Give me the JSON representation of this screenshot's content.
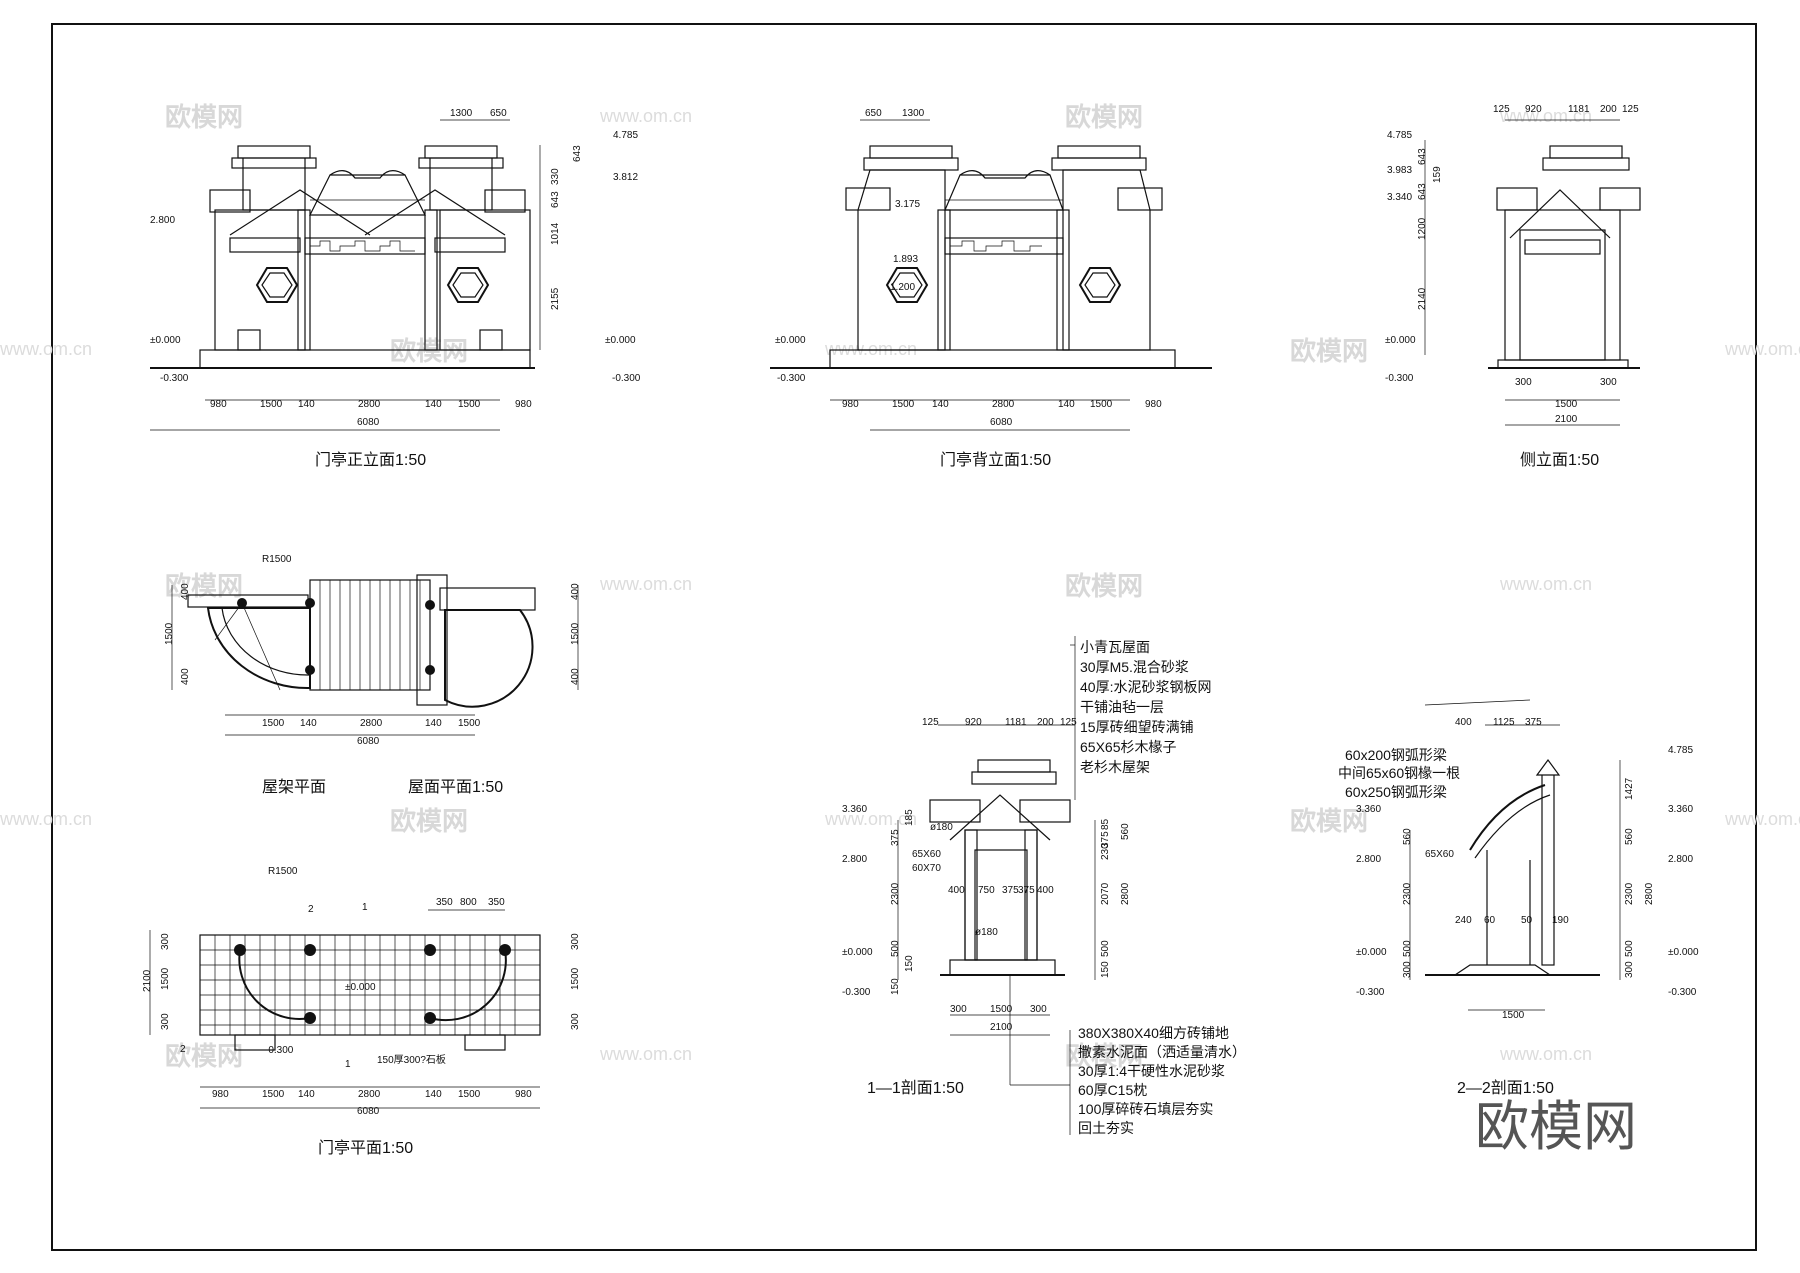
{
  "titles": {
    "front_elevation": "门亭正立面1:50",
    "back_elevation": "门亭背立面1:50",
    "side_elevation": "侧立面1:50",
    "roof_frame_plan": "屋架平面",
    "roof_plan": "屋面平面1:50",
    "gate_plan": "门亭平面1:50",
    "section_1": "1—1剖面1:50",
    "section_2": "2—2剖面1:50"
  },
  "watermark": {
    "logo": "欧模网",
    "url": "www.om.cn",
    "corner_logo": "欧模网"
  },
  "front_elevation": {
    "top_dims": [
      "1300",
      "650"
    ],
    "side_dims": [
      "643",
      "330",
      "643",
      "1014",
      "2155"
    ],
    "levels": [
      "4.785",
      "3.812",
      "2.800",
      "±0.000",
      "±0.000",
      "-0.300",
      "-0.300"
    ],
    "bottom_dims": [
      "980",
      "1500",
      "140",
      "2800",
      "140",
      "1500",
      "980"
    ],
    "total": "6080"
  },
  "back_elevation": {
    "top_dims": [
      "650",
      "1300"
    ],
    "levels": [
      "3.175",
      "1.893",
      "1.200",
      "±0.000",
      "-0.300"
    ],
    "bottom_dims": [
      "980",
      "1500",
      "140",
      "2800",
      "140",
      "1500",
      "980"
    ],
    "total": "6080"
  },
  "side_elevation": {
    "top_dims": [
      "125",
      "920",
      "1181",
      "200",
      "125"
    ],
    "side_dims": [
      "643",
      "159",
      "643",
      "1200",
      "2140"
    ],
    "levels": [
      "4.785",
      "3.983",
      "3.340",
      "±0.000",
      "-0.300"
    ],
    "bottom_dims": [
      "300",
      "1500",
      "300"
    ],
    "total": "2100"
  },
  "roof_plan": {
    "radius": "R1500",
    "left_dims": [
      "400",
      "1500",
      "400"
    ],
    "right_dims": [
      "400",
      "1500",
      "400"
    ],
    "bottom_dims": [
      "1500",
      "140",
      "2800",
      "140",
      "1500"
    ],
    "total": "6080"
  },
  "gate_plan": {
    "radius": "R1500",
    "top_dims": [
      "350",
      "800",
      "350"
    ],
    "left_dims": [
      "300",
      "1500",
      "300"
    ],
    "left_total": "2100",
    "right_dims": [
      "300",
      "1500",
      "300"
    ],
    "levels": [
      "±0.000",
      "-0.300"
    ],
    "note": "150厚300?石板",
    "section_marks": [
      "1",
      "1",
      "2",
      "2"
    ],
    "bottom_dims": [
      "980",
      "1500",
      "140",
      "2800",
      "140",
      "1500",
      "980"
    ],
    "total": "6080"
  },
  "section_1": {
    "roof_notes": [
      "小青瓦屋面",
      "30厚M5.混合砂浆",
      "40厚:水泥砂浆钢板网",
      "干铺油毡一层",
      "15厚砖细望砖满铺",
      "65X65杉木椽子",
      "老杉木屋架"
    ],
    "floor_notes": [
      "380X380X40细方砖铺地",
      "撒素水泥面（洒适量清水）",
      "30厚1:4干硬性水泥砂浆",
      "60厚C15枕",
      "100厚碎砖石填层夯实",
      "回土夯实"
    ],
    "top_dims": [
      "125",
      "920",
      "1181",
      "200",
      "125"
    ],
    "member_labels": [
      "65X60",
      "60X70",
      "ø180",
      "ø180"
    ],
    "inner_dims": [
      "400",
      "750",
      "375",
      "375",
      "400"
    ],
    "left_dims": [
      "185",
      "375",
      "2300",
      "500",
      "150",
      "150"
    ],
    "right_dims": [
      "85",
      "375",
      "560",
      "230",
      "2070",
      "2800",
      "500",
      "150"
    ],
    "levels": [
      "3.360",
      "2.800",
      "±0.000",
      "-0.300"
    ],
    "bottom_dims": [
      "300",
      "1500",
      "300"
    ],
    "total": "2100"
  },
  "section_2": {
    "notes": [
      "60x200钢弧形梁",
      "中间65x60钢椽一根",
      "60x250钢弧形梁"
    ],
    "top_dims": [
      "400",
      "1125",
      "375"
    ],
    "member_label": "65X60",
    "base_dims": [
      "240",
      "60",
      "50",
      "190"
    ],
    "left_dims": [
      "560",
      "2300",
      "500",
      "300"
    ],
    "right_dims": [
      "1427",
      "560",
      "2300",
      "2800",
      "500",
      "300"
    ],
    "levels_left": [
      "3.360",
      "2.800",
      "±0.000",
      "-0.300"
    ],
    "levels_right": [
      "4.785",
      "3.360",
      "2.800",
      "±0.000",
      "-0.300"
    ],
    "bottom_dim": "1500"
  }
}
